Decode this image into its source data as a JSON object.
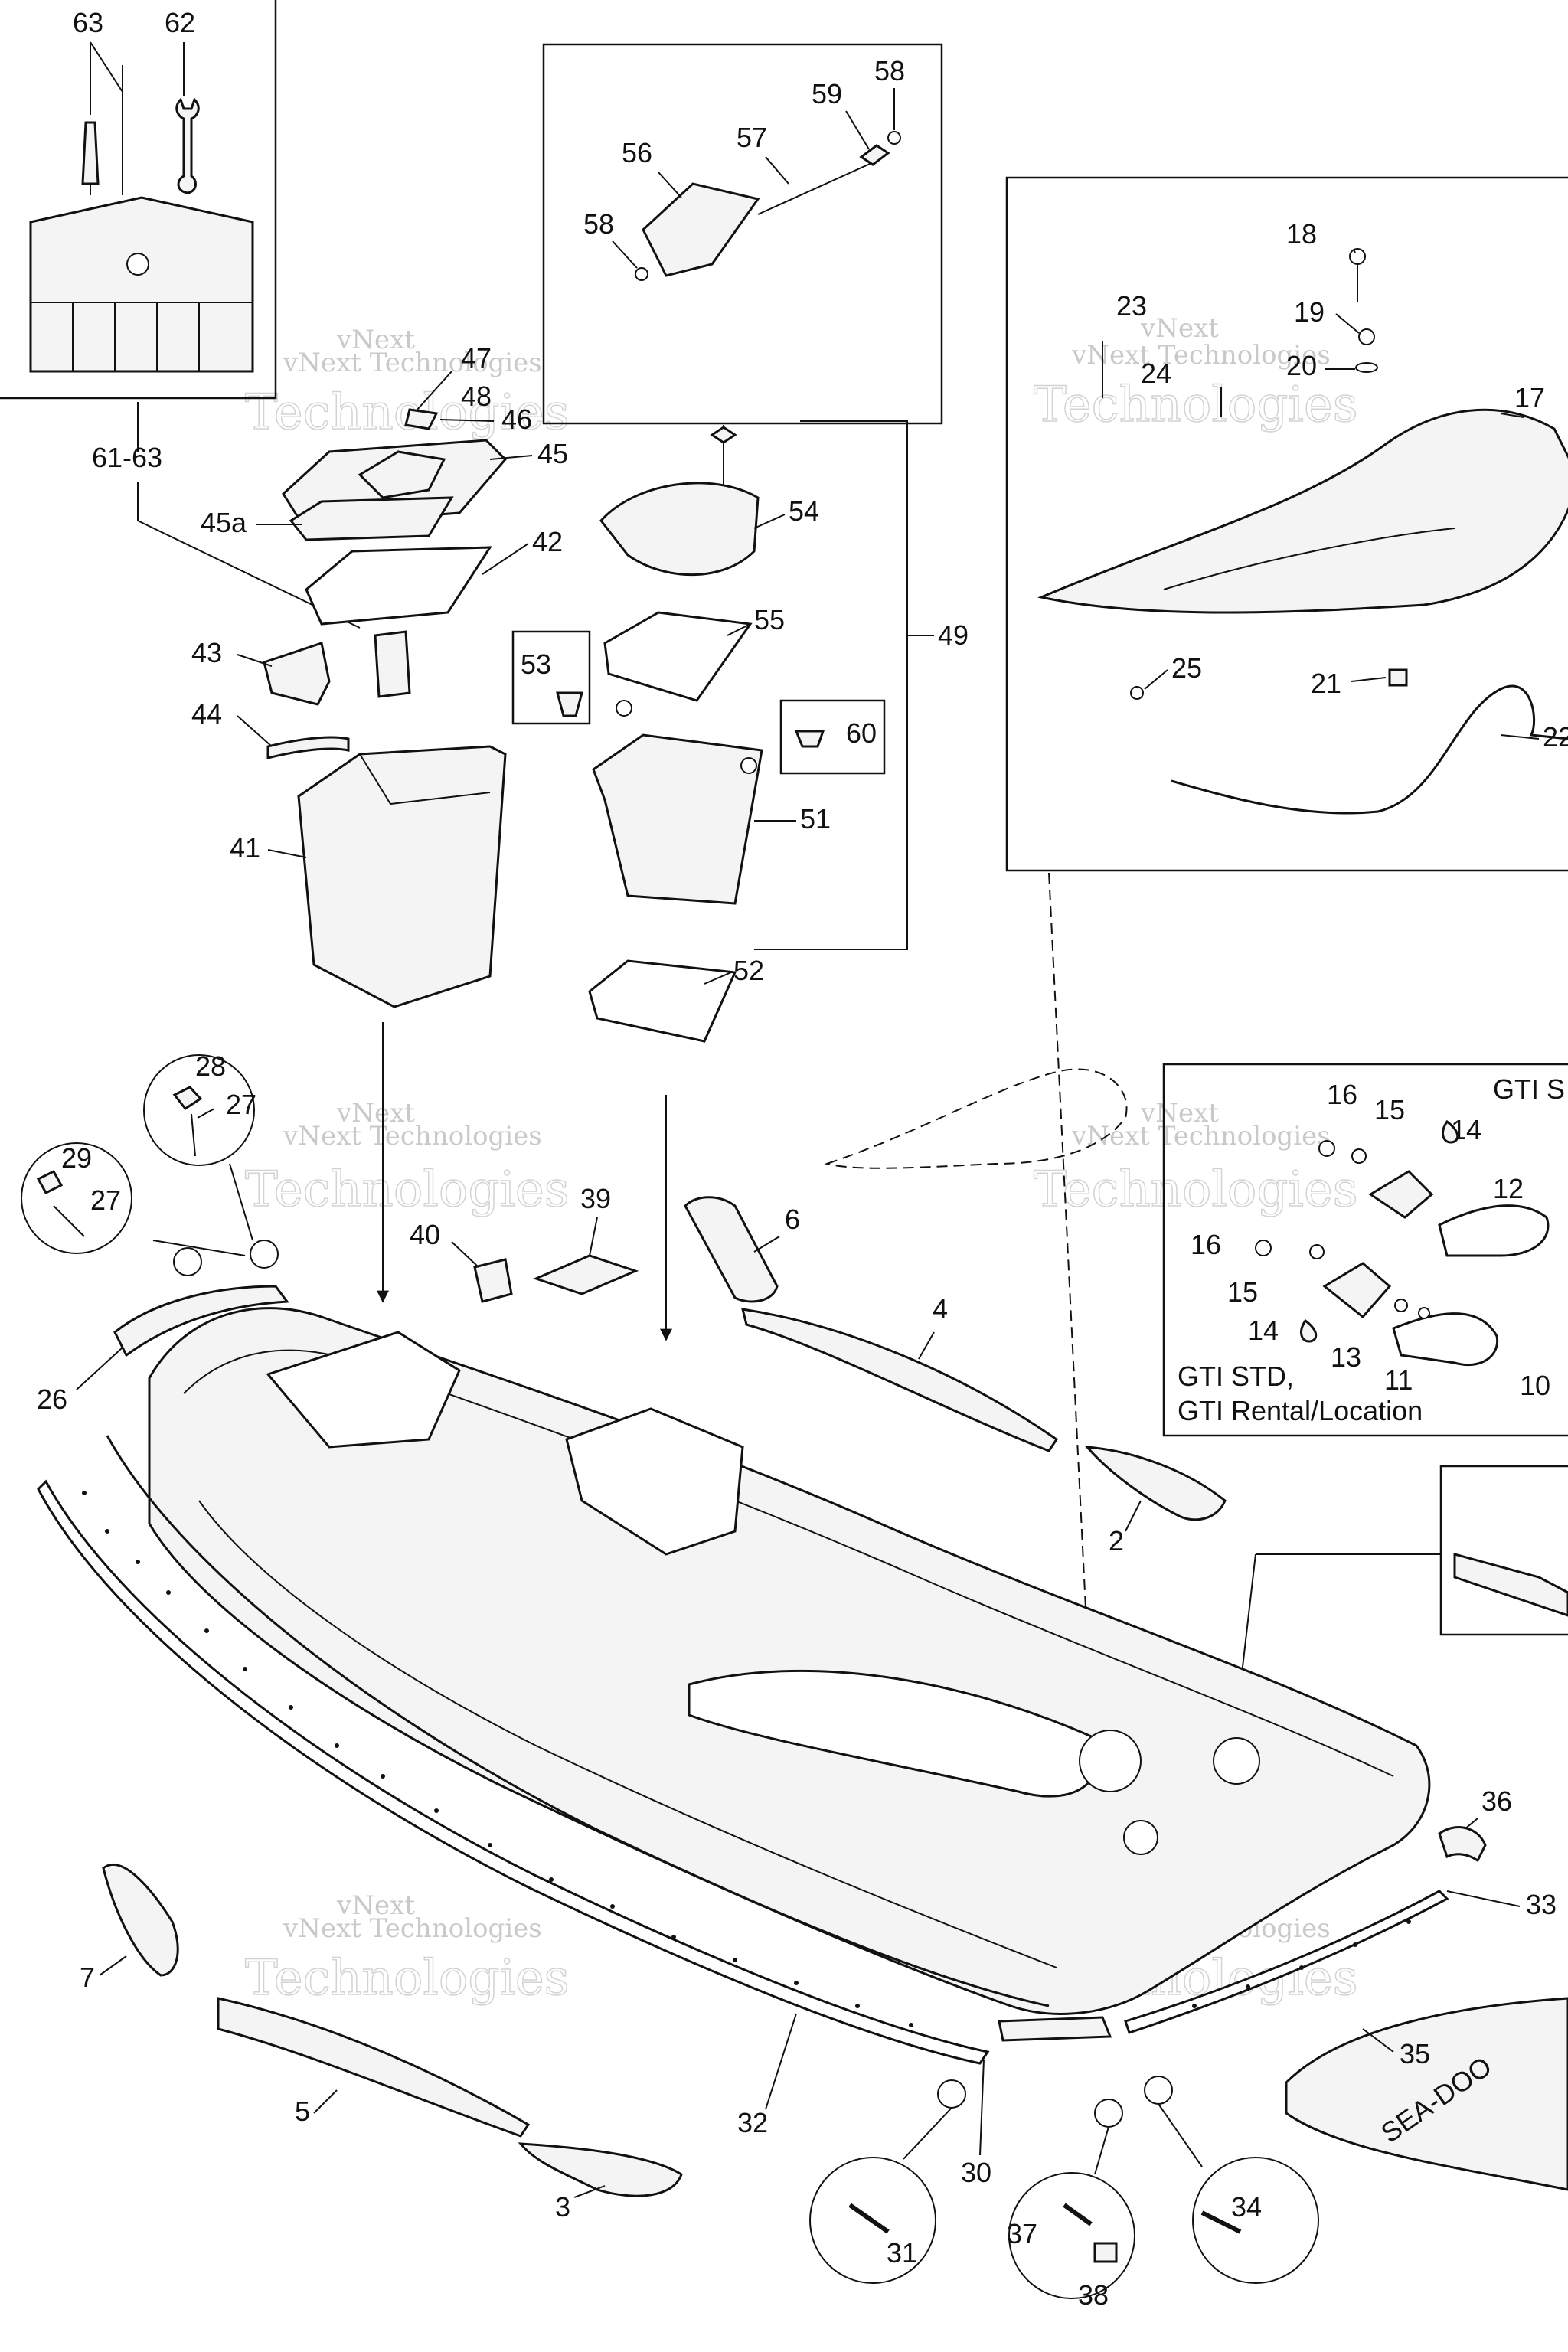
{
  "labels": {
    "l63": "63",
    "l62": "62",
    "l61_63": "61-63",
    "l47": "47",
    "l48": "48",
    "l46": "46",
    "l45": "45",
    "l45a": "45a",
    "l42": "42",
    "l43": "43",
    "l44": "44",
    "l41": "41",
    "l56": "56",
    "l57": "57",
    "l59": "59",
    "l58a": "58",
    "l58b": "58",
    "l54": "54",
    "l55": "55",
    "l49": "49",
    "l53": "53",
    "l60": "60",
    "l51": "51",
    "l52": "52",
    "l18": "18",
    "l19": "19",
    "l20": "20",
    "l23": "23",
    "l24": "24",
    "l17": "17",
    "l25": "25",
    "l21": "21",
    "l22": "22",
    "l16a": "16",
    "l15a": "15",
    "l14a": "14",
    "l12": "12",
    "l16b": "16",
    "l15b": "15",
    "l14b": "14",
    "l13": "13",
    "l11": "11",
    "l10": "10",
    "gti_s": "GTI S",
    "gti_std": "GTI STD,",
    "gti_rental": "GTI Rental/Location",
    "l28": "28",
    "l27a": "27",
    "l29": "29",
    "l27b": "27",
    "l26": "26",
    "l39": "39",
    "l40": "40",
    "l6": "6",
    "l4": "4",
    "l2": "2",
    "l7": "7",
    "l5": "5",
    "l3": "3",
    "l32": "32",
    "l30": "30",
    "l31": "31",
    "l37": "37",
    "l38": "38",
    "l34": "34",
    "l35": "35",
    "l33": "33",
    "l36": "36"
  },
  "watermark": {
    "line1": "vNext",
    "line2": "vNext Technologies",
    "line3": "Technologies"
  },
  "decal_text": "SEA-DOO"
}
